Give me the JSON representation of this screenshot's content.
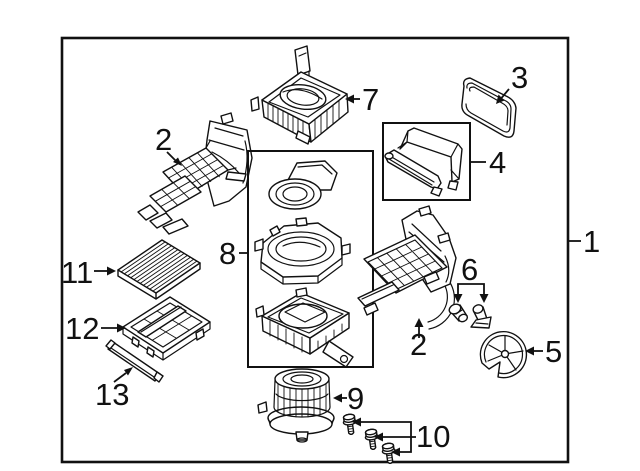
{
  "figure": {
    "background_color": "#ffffff",
    "line_color": "#111111"
  },
  "callouts": {
    "c1": {
      "label": "1"
    },
    "c2_left": {
      "label": "2"
    },
    "c2_right": {
      "label": "2"
    },
    "c3": {
      "label": "3"
    },
    "c4": {
      "label": "4"
    },
    "c5": {
      "label": "5"
    },
    "c6": {
      "label": "6"
    },
    "c7": {
      "label": "7"
    },
    "c8": {
      "label": "8"
    },
    "c9": {
      "label": "9"
    },
    "c10": {
      "label": "10"
    },
    "c11": {
      "label": "11"
    },
    "c12": {
      "label": "12"
    },
    "c13": {
      "label": "13"
    }
  }
}
